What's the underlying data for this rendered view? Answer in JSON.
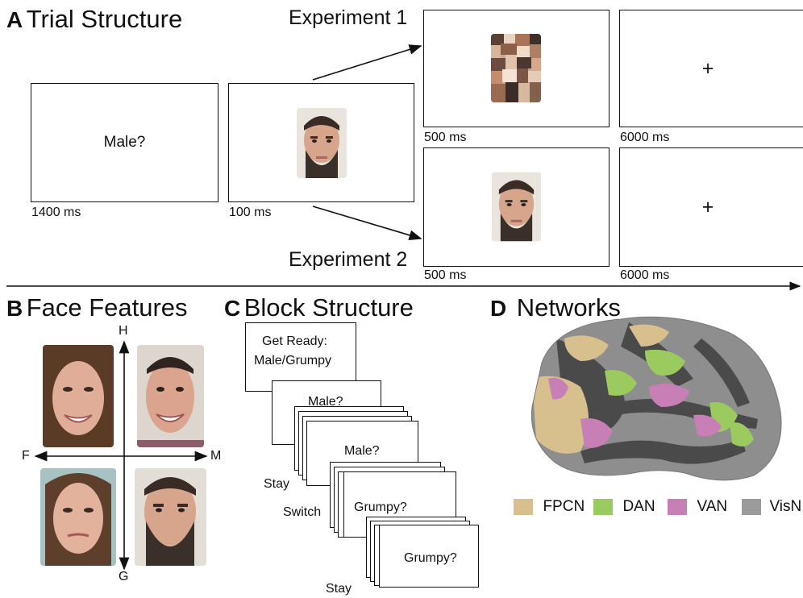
{
  "panel_a": {
    "letter": "A",
    "title": "Trial Structure",
    "experiment1": "Experiment 1",
    "experiment2": "Experiment 2",
    "screen_cue": "Male?",
    "t_cue": "1400 ms",
    "t_face": "100 ms",
    "t_exp1_mask": "500 ms",
    "t_exp1_fix": "6000 ms",
    "t_exp2_face": "500 ms",
    "t_exp2_fix": "6000 ms",
    "fixation": "+"
  },
  "panel_b": {
    "letter": "B",
    "title": "Face Features",
    "axis_top": "H",
    "axis_bottom": "G",
    "axis_left": "F",
    "axis_right": "M"
  },
  "panel_c": {
    "letter": "C",
    "title": "Block Structure",
    "get_ready_line1": "Get Ready:",
    "get_ready_line2": "Male/Grumpy",
    "screen1": "Male?",
    "screen2": "Male?",
    "screen3": "Grumpy?",
    "screen4": "Grumpy?",
    "label_stay1": "Stay",
    "label_switch": "Switch",
    "label_stay2": "Stay"
  },
  "panel_d": {
    "letter": "D",
    "title": "Networks",
    "legend": [
      {
        "label": "FPCN",
        "color": "#d8c08e"
      },
      {
        "label": "DAN",
        "color": "#9bcb5e"
      },
      {
        "label": "VAN",
        "color": "#c77fb5"
      },
      {
        "label": "VisN",
        "color": "#9b9b9b"
      }
    ]
  },
  "colors": {
    "brain_dark": "#4a4a4a",
    "brain_mid": "#8e8e8e",
    "skin": "#d8a78e",
    "beard": "#3b2f2a",
    "hair_female": "#5a3b25"
  }
}
